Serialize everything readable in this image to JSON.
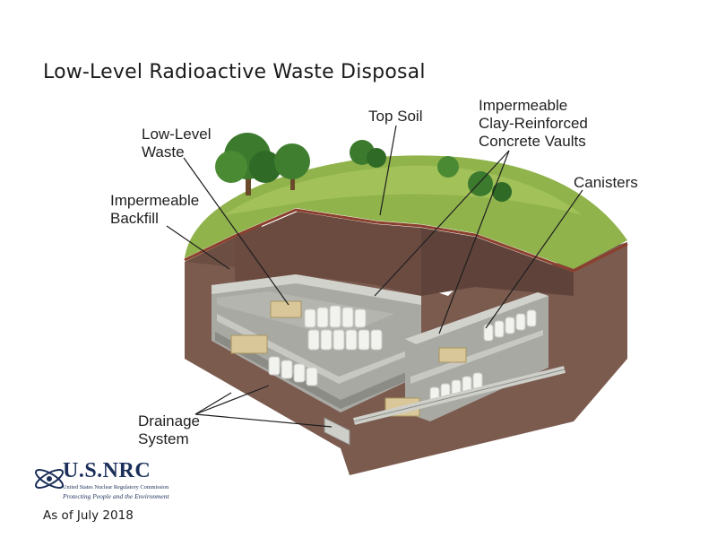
{
  "title": "Low-Level Radioactive Waste Disposal",
  "labels": {
    "top_soil": "Top Soil",
    "low_level_waste": [
      "Low-Level",
      "Waste"
    ],
    "impermeable_backfill": [
      "Impermeable",
      "Backfill"
    ],
    "concrete_vaults": [
      "Impermeable",
      "Clay-Reinforced",
      "Concrete Vaults"
    ],
    "canisters": "Canisters",
    "drainage_system": [
      "Drainage",
      "System"
    ]
  },
  "logo": {
    "name": "U.S.NRC",
    "subtitle": "United States Nuclear Regulatory Commission",
    "tagline": "Protecting People and the Environment"
  },
  "date_note": "As of July 2018",
  "colors": {
    "grass": "#8fb24a",
    "soil": "#7a5a4e",
    "concrete": "#bdbdb8",
    "crates": "#d9c79a",
    "canisters": "#f2f2ef",
    "logo_navy": "#1b2f5a"
  }
}
